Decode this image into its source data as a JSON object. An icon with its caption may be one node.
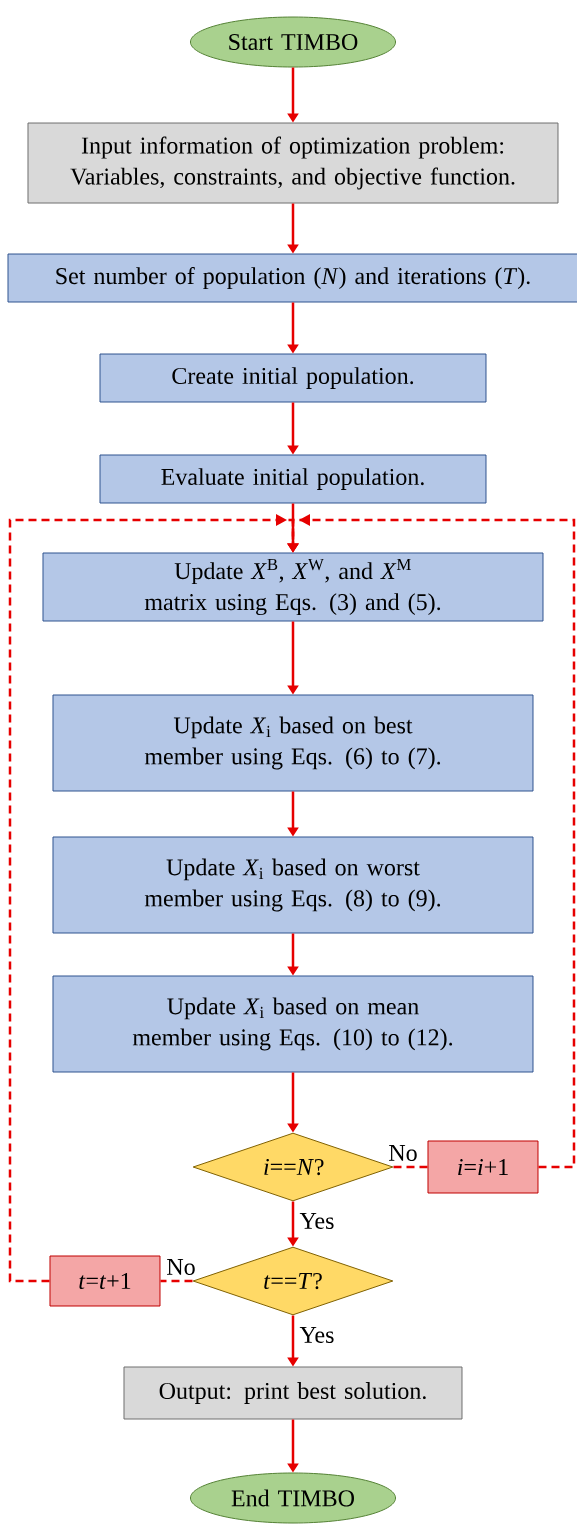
{
  "diagram": {
    "nodes": [
      {
        "text": [
          "Start TIMBO"
        ]
      },
      {
        "text": [
          "Input information of optimization problem: Variables, constraints, and objective function."
        ]
      },
      {
        "text": [
          "Set number of population (*N*) and iterations (*T*)."
        ]
      },
      {
        "text": [
          "Create initial population."
        ]
      },
      {
        "text": [
          "Evaluate initial population."
        ]
      },
      {
        "text": [
          "Update *X*$^{B}$, *X*$^{W}$, and *X*$^{M}$ matrix using Eqs. (3) and (5)."
        ]
      },
      {
        "text": [
          "Update *X*$_{i}$ based on best member using Eqs. (6) to (7)."
        ]
      },
      {
        "text": [
          "Update *X*$_{i}$ based on worst member using Eqs. (8) to (9)."
        ]
      },
      {
        "text": [
          "Update *X*$_{i}$ based on mean member using Eqs. (10) to (12)."
        ]
      },
      {
        "text": [
          "*i*==*N*?"
        ]
      },
      {
        "text": [
          "*i*=*i*+1"
        ]
      },
      {
        "text": [
          "*t*==*T*?"
        ]
      },
      {
        "text": [
          "*t*=*t*+1"
        ]
      },
      {
        "text": [
          "Output: print best solution."
        ]
      },
      {
        "text": [
          "End TIMBO"
        ]
      }
    ],
    "edges": [
      {
        "from": 0,
        "to": 1,
        "arrow": "to"
      },
      {
        "from": 1,
        "to": 2,
        "arrow": "to"
      },
      {
        "from": 2,
        "to": 3,
        "arrow": "to"
      },
      {
        "from": 3,
        "to": 4,
        "arrow": "to"
      },
      {
        "from": 4,
        "to": 5,
        "arrow": "to"
      },
      {
        "from": 5,
        "to": 6,
        "arrow": "to"
      },
      {
        "from": 6,
        "to": 7,
        "arrow": "to"
      },
      {
        "from": 7,
        "to": 8,
        "arrow": "to"
      },
      {
        "from": 8,
        "to": 9,
        "arrow": "to"
      },
      {
        "from": 9,
        "to": 10,
        "arrow": "none",
        "label": "No",
        "style": "dashed"
      },
      {
        "from": 10,
        "to": 5,
        "arrow": "to",
        "style": "dashed"
      },
      {
        "from": 9,
        "to": 11,
        "arrow": "to",
        "label": "Yes"
      },
      {
        "from": 11,
        "to": 12,
        "arrow": "none",
        "label": "No",
        "style": "dashed"
      },
      {
        "from": 12,
        "to": 5,
        "arrow": "to",
        "style": "dashed"
      },
      {
        "from": 11,
        "to": 13,
        "arrow": "to",
        "label": "Yes"
      },
      {
        "from": 13,
        "to": 14,
        "arrow": "to"
      }
    ]
  }
}
